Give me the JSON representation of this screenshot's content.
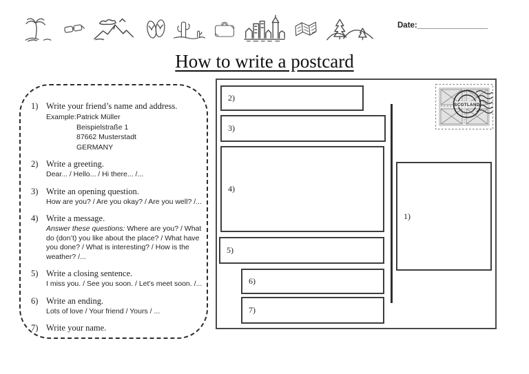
{
  "header": {
    "date_label": "Date:",
    "date_line": "________________",
    "icons": [
      "palm-island-icon",
      "sunglasses-icon",
      "mountains-icon",
      "flip-flops-icon",
      "cactus-icon",
      "suitcase-icon",
      "town-icon",
      "map-icon",
      "hills-trees-icon"
    ]
  },
  "title": "How to write a postcard",
  "instructions": {
    "items": [
      {
        "num": "1)",
        "heading": "Write your friend’s name and address.",
        "example_label": "Example:",
        "example_lines": [
          "Patrick Müller",
          "Beispielstraße 1",
          "87662 Musterstadt",
          "GERMANY"
        ]
      },
      {
        "num": "2)",
        "heading": "Write a greeting.",
        "detail": "Dear... / Hello... / Hi there... /..."
      },
      {
        "num": "3)",
        "heading": "Write an opening question.",
        "detail": "How are you? / Are you okay? / Are you well? /..."
      },
      {
        "num": "4)",
        "heading": "Write a message.",
        "detail_italic": "Answer these questions:",
        "detail": " Where are you? / What do (don’t) you like about the place? / What have you done? / What is interesting? / How is the weather? /..."
      },
      {
        "num": "5)",
        "heading": "Write a closing sentence.",
        "detail": "I miss you. / See you soon. / Let’s meet soon. /..."
      },
      {
        "num": "6)",
        "heading": "Write an ending.",
        "detail": "Lots of love / Your friend / Yours / ..."
      },
      {
        "num": "7)",
        "heading": "Write your name."
      }
    ]
  },
  "postcard": {
    "box_labels": {
      "address": "1)",
      "greeting": "2)",
      "opening_question": "3)",
      "message": "4)",
      "closing_sentence": "5)",
      "ending": "6)",
      "name": "7)"
    },
    "stamp_text": "SCOTLAND"
  }
}
